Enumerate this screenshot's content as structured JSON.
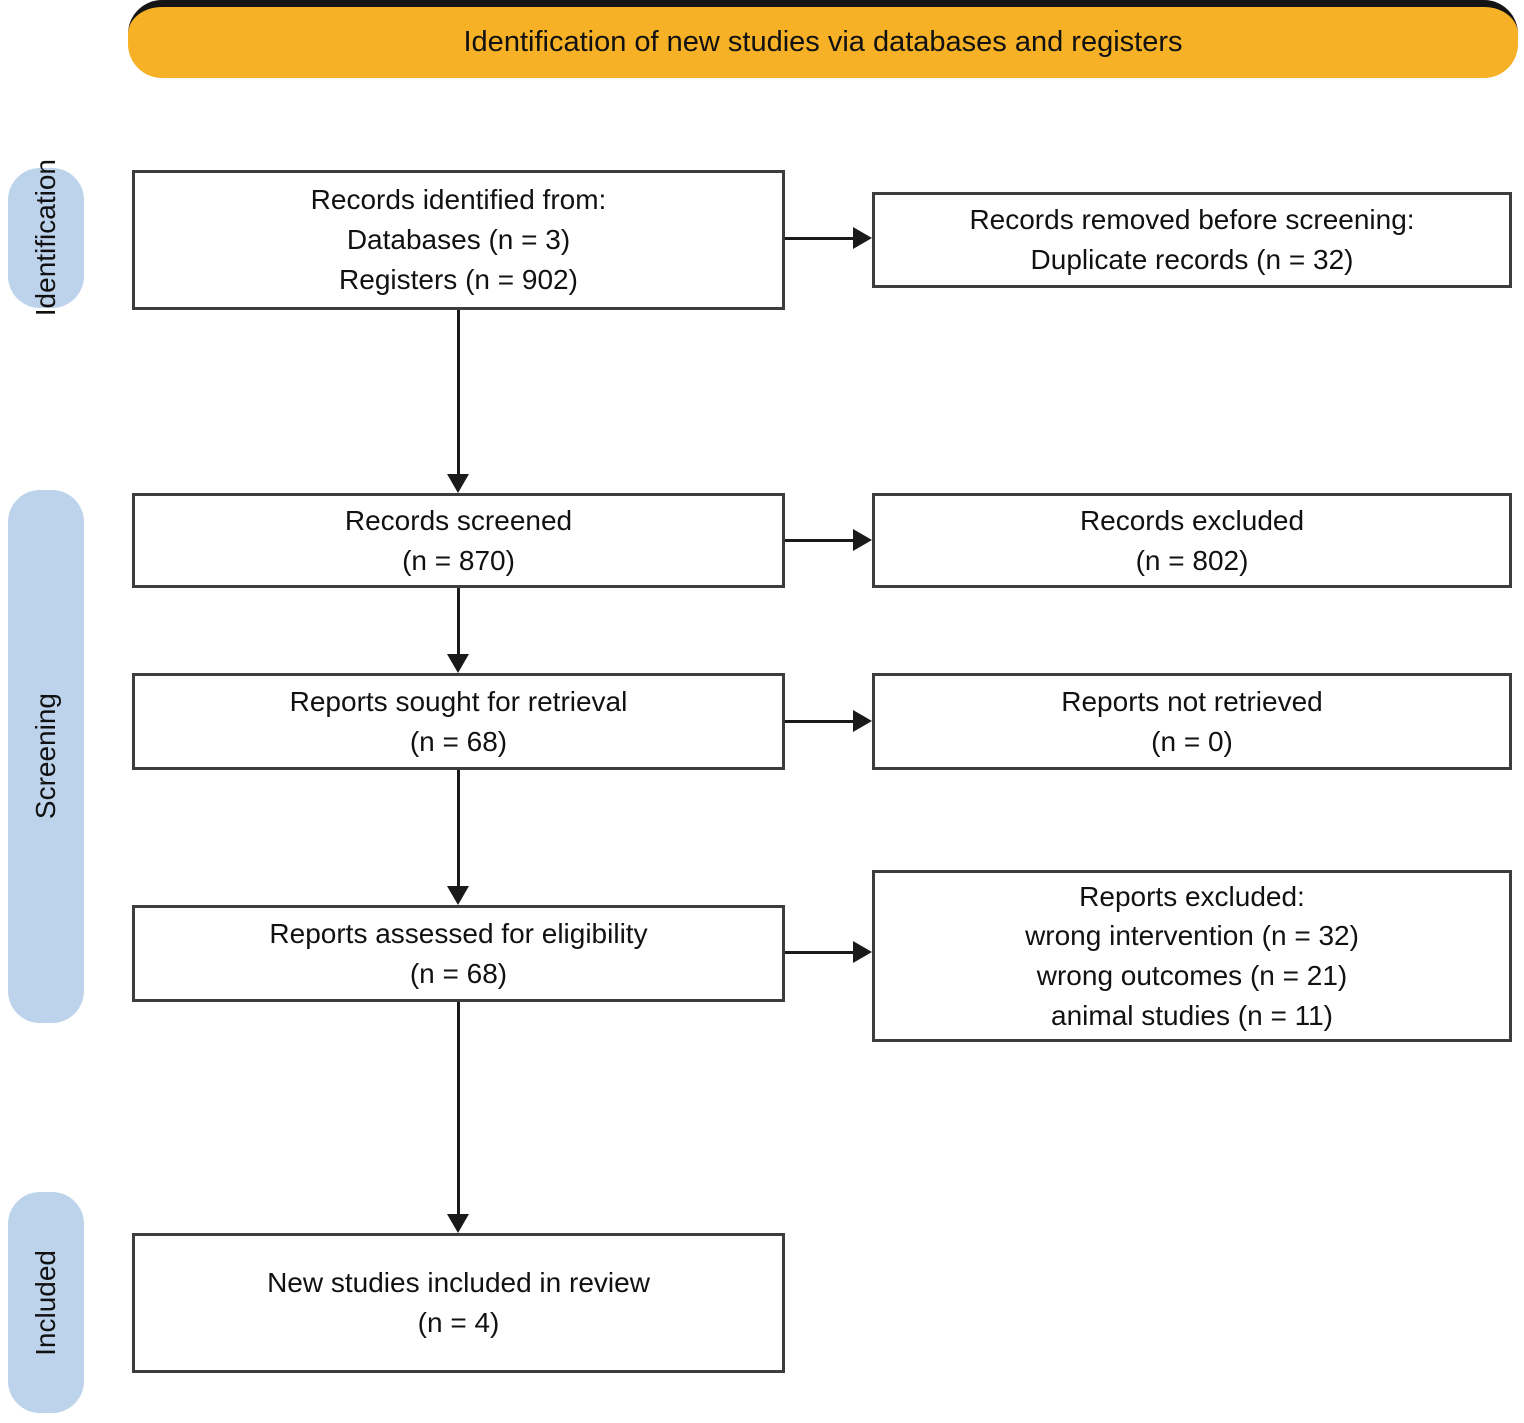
{
  "header": {
    "title": "Identification of new studies via databases and registers"
  },
  "sidebar": {
    "stages": [
      {
        "label": "Identification"
      },
      {
        "label": "Screening"
      },
      {
        "label": "Included"
      }
    ]
  },
  "flow": {
    "boxes": [
      {
        "id": "records-identified",
        "lines": [
          "Records identified from:",
          "Databases (n = 3)",
          "Registers (n = 902)"
        ]
      },
      {
        "id": "records-removed",
        "lines": [
          "Records removed before screening:",
          "Duplicate records (n = 32)"
        ]
      },
      {
        "id": "records-screened",
        "lines": [
          "Records screened",
          "(n = 870)"
        ]
      },
      {
        "id": "records-excluded",
        "lines": [
          "Records excluded",
          "(n = 802)"
        ]
      },
      {
        "id": "reports-sought",
        "lines": [
          "Reports sought for retrieval",
          "(n = 68)"
        ]
      },
      {
        "id": "reports-not-retrieved",
        "lines": [
          "Reports not retrieved",
          "(n = 0)"
        ]
      },
      {
        "id": "reports-assessed",
        "lines": [
          "Reports assessed for eligibility",
          "(n = 68)"
        ]
      },
      {
        "id": "reports-excluded",
        "lines": [
          "Reports excluded:",
          "wrong intervention (n = 32)",
          "wrong outcomes (n = 21)",
          "animal studies (n = 11)"
        ]
      },
      {
        "id": "new-studies-included",
        "lines": [
          "New studies included in review",
          "(n = 4)"
        ]
      }
    ]
  },
  "colors": {
    "header_bg": "#F6B127",
    "header_top_strip": "#141414",
    "stage_bg": "#BDD3EC",
    "box_border": "#3d3d3d",
    "arrow": "#1a1a1a"
  }
}
